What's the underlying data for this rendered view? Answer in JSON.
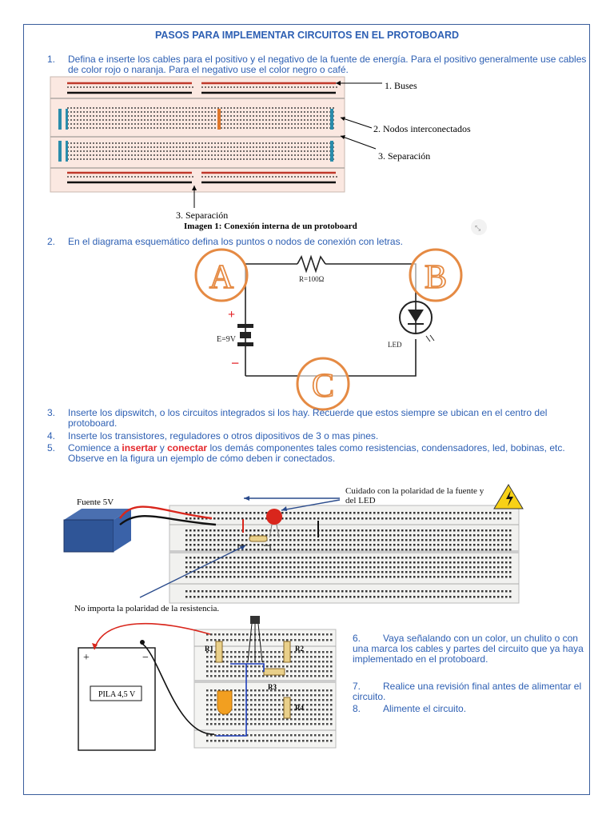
{
  "title": "PASOS PARA IMPLEMENTAR CIRCUITOS EN EL PROTOBOARD",
  "steps": [
    {
      "num": "1.",
      "text": "Defina e inserte los cables para el positivo y el negativo de la fuente de energía. Para el positivo generalmente use cables de color rojo o naranja. Para el negativo use el color negro o café."
    },
    {
      "num": "2.",
      "text": "En el diagrama esquemático defina los puntos o nodos de conexión con letras."
    },
    {
      "num": "3.",
      "text": "Inserte los dipswitch, o los circuitos integrados si los hay. Recuerde que estos siempre se ubican en el centro del protoboard."
    },
    {
      "num": "4.",
      "text": "Inserte los transistores, reguladores o otros dipositivos  de 3 o mas pines."
    },
    {
      "num": "5.",
      "pre": "Comience a ",
      "w1": "insertar",
      "mid": " y ",
      "w2": "conectar",
      "post": " los demás componentes tales como resistencias, condensadores, led, bobinas, etc. Observe en la figura un ejemplo de cómo deben ir conectados."
    }
  ],
  "figure1": {
    "label_buses": "1. Buses",
    "label_nodes": "2. Nodos interconectados",
    "label_sep_right": "3. Separación",
    "label_sep_bottom": "3. Separación",
    "caption": "Imagen 1: Conexión interna de un protoboard"
  },
  "schematic": {
    "node_a": "A",
    "node_b": "B",
    "node_c": "C",
    "resistor_label": "R=100Ω",
    "battery_label": "E=9V",
    "plus": "+",
    "minus": "−",
    "led_label": "LED"
  },
  "figure3": {
    "label_source": "Fuente 5V",
    "label_caution": "Cuidado con la polaridad de la fuente y del  LED",
    "label_resistor_note": "No importa la polaridad de la resistencia."
  },
  "figure4": {
    "battery_label": "PILA 4,5 V",
    "plus": "+",
    "minus": "−",
    "r1": "R1",
    "r2": "R2",
    "r3": "R3",
    "r4": "R4"
  },
  "side_steps": [
    {
      "num": "6.",
      "text": "Vaya señalando con un color, un chulito o con una marca los cables y partes del circuito que ya haya implementado en el protoboard."
    },
    {
      "num": "7.",
      "text": "Realice una revisión final antes de alimentar el circuito."
    },
    {
      "num": "8.",
      "text": "Alimente el circuito."
    }
  ],
  "colors": {
    "accent_blue": "#2d5fb3",
    "highlight_red": "#e4262a",
    "node_orange": "#e58a43"
  }
}
